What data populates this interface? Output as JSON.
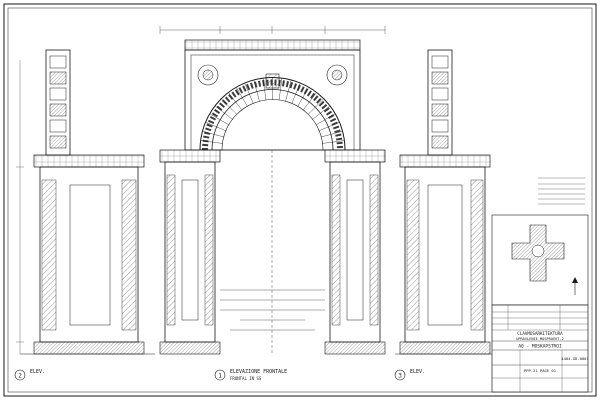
{
  "colors": {
    "paper": "#ffffff",
    "ink": "#1a1a1a",
    "hatch": "#555555",
    "light": "#8a8a8a"
  },
  "labels": {
    "center_view_line1": "ELEVAZIONE FRONTALE",
    "center_view_line2": "FRONTAL IN SS",
    "left_view_line1": "ELEV.",
    "right_view_line1": "ELEV.",
    "view_num_center": "1",
    "view_num_left": "2",
    "view_num_right": "3"
  },
  "title_block": {
    "drawing_title_line1": "CLAVMOSARKITEKTURA",
    "drawing_title_line2": "UPRAVLENIE MOSPROEKT-2",
    "project_code": "A0 - MOSKAPSTROI",
    "sheet_ref": "PPP-21 PAGE 01",
    "drawing_number": "4404-GD-0001"
  },
  "icons": [
    "north-arrow-icon"
  ]
}
